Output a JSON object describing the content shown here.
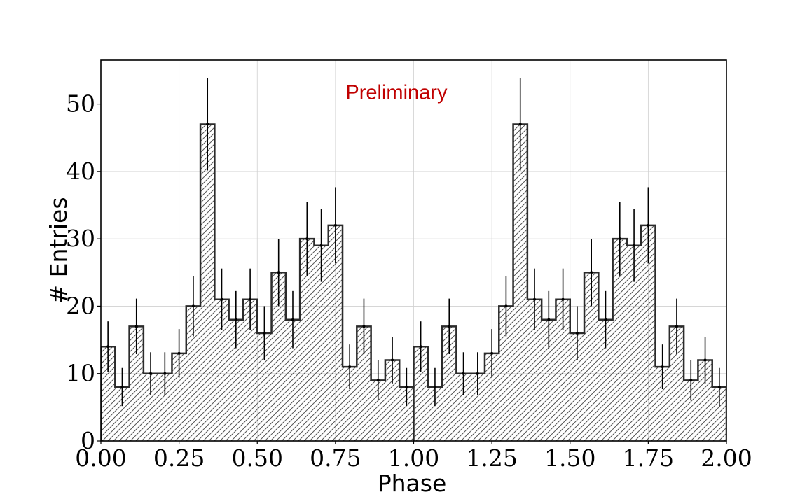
{
  "chart_data": {
    "type": "bar",
    "style": "step histogram with diagonal hatch fill and Poisson error bars",
    "x_bin_edges": [
      0.0,
      0.04545,
      0.09091,
      0.13636,
      0.18182,
      0.22727,
      0.27273,
      0.31818,
      0.36364,
      0.40909,
      0.45455,
      0.5,
      0.54545,
      0.59091,
      0.63636,
      0.68182,
      0.72727,
      0.77273,
      0.81818,
      0.86364,
      0.90909,
      0.95455,
      1.0,
      1.04545,
      1.09091,
      1.13636,
      1.18182,
      1.22727,
      1.27273,
      1.31818,
      1.36364,
      1.40909,
      1.45455,
      1.5,
      1.54545,
      1.59091,
      1.63636,
      1.68182,
      1.72727,
      1.77273,
      1.81818,
      1.86364,
      1.90909,
      1.95455,
      2.0
    ],
    "values": [
      14,
      8,
      17,
      10,
      10,
      13,
      20,
      47,
      21,
      18,
      21,
      16,
      25,
      18,
      30,
      29,
      32,
      11,
      17,
      9,
      12,
      8,
      14,
      8,
      17,
      10,
      10,
      13,
      20,
      47,
      21,
      18,
      21,
      16,
      25,
      18,
      30,
      29,
      32,
      11,
      17,
      9,
      12,
      8
    ],
    "error_bars": "sqrt(N)",
    "xlabel": "Phase",
    "ylabel": "# Entries",
    "xlim": [
      0.0,
      2.0
    ],
    "ylim": [
      0,
      56.5
    ],
    "x_ticks": [
      "0.00",
      "0.25",
      "0.50",
      "0.75",
      "1.00",
      "1.25",
      "1.50",
      "1.75",
      "2.00"
    ],
    "y_ticks": [
      "0",
      "10",
      "20",
      "30",
      "40",
      "50"
    ],
    "grid": true,
    "legend": "none",
    "annotation": {
      "text": "Preliminary",
      "x": 0.945,
      "y": 51.8
    },
    "colors": {
      "line": "#2b2b2b",
      "hatch": "#555555",
      "error_bar": "#000000",
      "grid": "#d0d0d0",
      "annotation": "#c00000"
    }
  }
}
